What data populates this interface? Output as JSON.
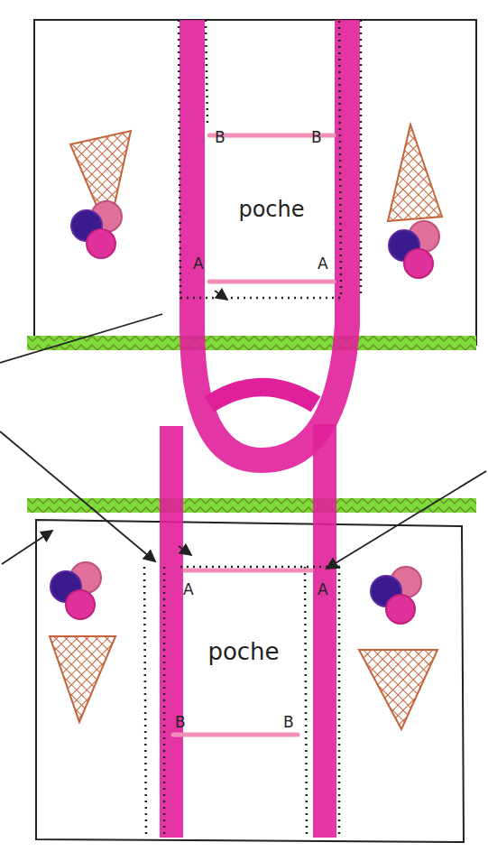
{
  "diagram": {
    "nodes": [
      {
        "text": [
          "poche"
        ]
      },
      {
        "text": [
          "poche"
        ]
      }
    ],
    "labels": [
      "B",
      "B",
      "A",
      "A",
      "A",
      "A",
      "B",
      "B"
    ]
  }
}
